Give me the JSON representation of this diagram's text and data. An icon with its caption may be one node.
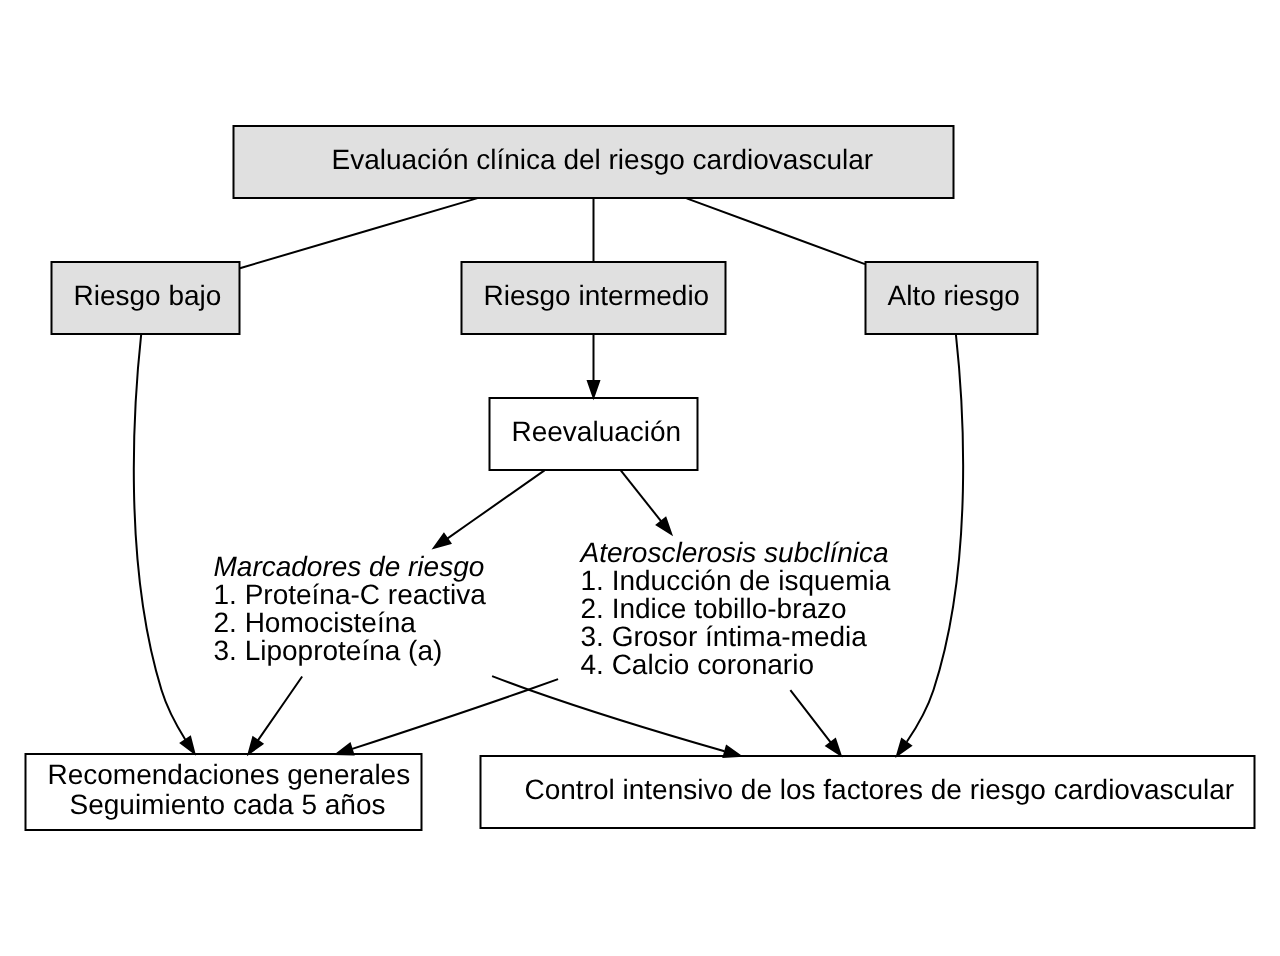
{
  "diagram": {
    "nodes": [
      {
        "text": [
          "Evaluación clínica del riesgo cardiovascular"
        ]
      },
      {
        "text": [
          "Riesgo bajo"
        ]
      },
      {
        "text": [
          "Riesgo intermedio"
        ]
      },
      {
        "text": [
          "Alto riesgo"
        ]
      },
      {
        "text": [
          "Reevaluación"
        ]
      },
      {
        "text": [
          "Marcadores de riesgo",
          "1. Proteína-C reactiva",
          "2. Homocisteína",
          "3. Lipoproteína (a)"
        ]
      },
      {
        "text": [
          "Aterosclerosis subclínica",
          "1. Inducción de isquemia",
          "2. Indice tobillo-brazo",
          "3. Grosor íntima-media",
          "4. Calcio coronario"
        ]
      },
      {
        "text": [
          "Recomendaciones generales",
          "Seguimiento cada 5 años"
        ]
      },
      {
        "text": [
          "Control intensivo de los factores de riesgo cardiovascular"
        ]
      }
    ],
    "edges": [
      {
        "from": 0,
        "to": 1,
        "arrow": "none"
      },
      {
        "from": 0,
        "to": 2,
        "arrow": "none"
      },
      {
        "from": 0,
        "to": 3,
        "arrow": "none"
      },
      {
        "from": 2,
        "to": 4,
        "arrow": "to"
      },
      {
        "from": 4,
        "to": 5,
        "arrow": "to"
      },
      {
        "from": 4,
        "to": 6,
        "arrow": "to"
      },
      {
        "from": 1,
        "to": 7,
        "arrow": "to"
      },
      {
        "from": 5,
        "to": 7,
        "arrow": "to"
      },
      {
        "from": 6,
        "to": 7,
        "arrow": "to"
      },
      {
        "from": 5,
        "to": 8,
        "arrow": "to"
      },
      {
        "from": 6,
        "to": 8,
        "arrow": "to"
      },
      {
        "from": 3,
        "to": 8,
        "arrow": "to"
      }
    ]
  }
}
